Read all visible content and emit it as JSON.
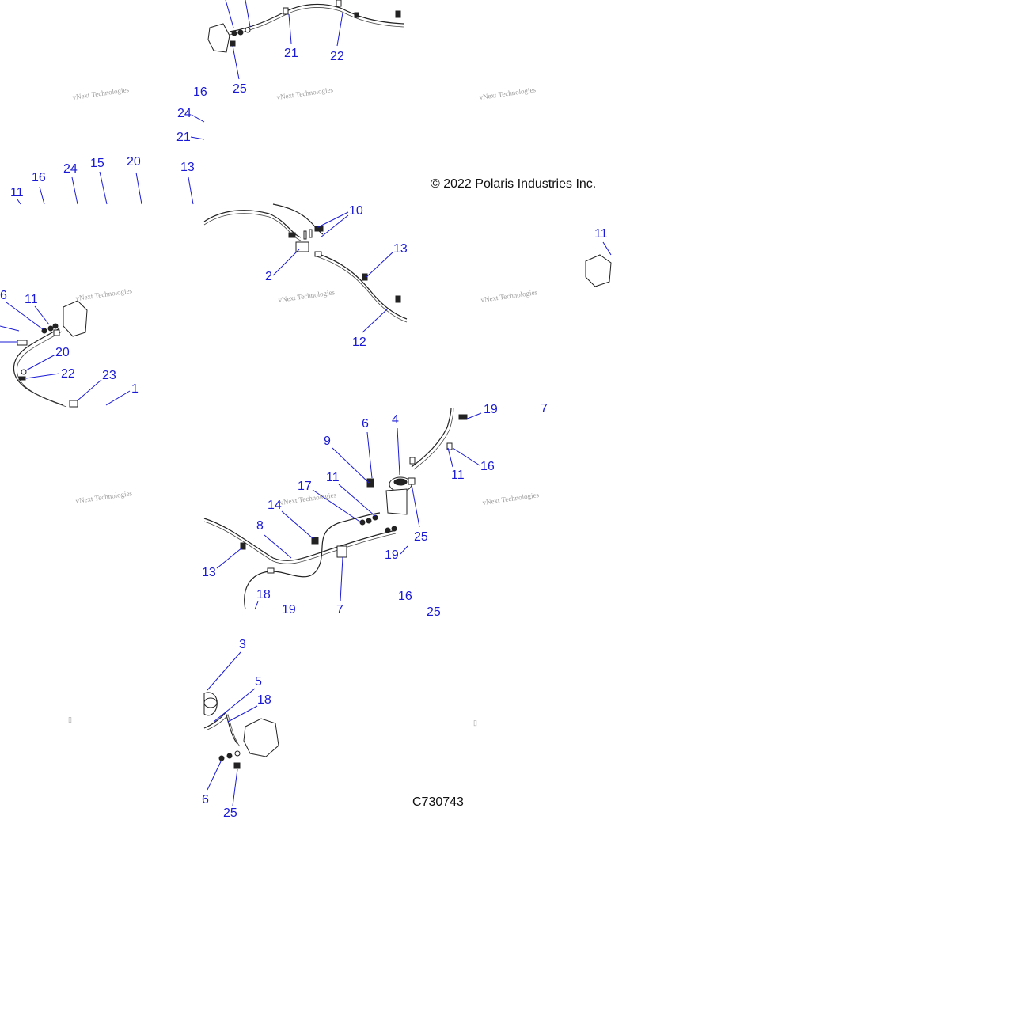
{
  "copyright": "© 2022 Polaris Industries Inc.",
  "figure_code": "C730743",
  "watermark": "vNext Technologies",
  "colors": {
    "callout": "#1a1ad6",
    "line": "#222222",
    "watermark": "#9a9a9a"
  },
  "callouts": [
    "21",
    "22",
    "25",
    "16",
    "24",
    "21",
    "11",
    "16",
    "24",
    "15",
    "20",
    "13",
    "10",
    "13",
    "2",
    "12",
    "11",
    "6",
    "11",
    "20",
    "22",
    "23",
    "1",
    "19",
    "7",
    "6",
    "4",
    "9",
    "11",
    "16",
    "17",
    "11",
    "14",
    "8",
    "25",
    "19",
    "13",
    "18",
    "19",
    "7",
    "16",
    "25",
    "3",
    "5",
    "18",
    "6",
    "25"
  ]
}
